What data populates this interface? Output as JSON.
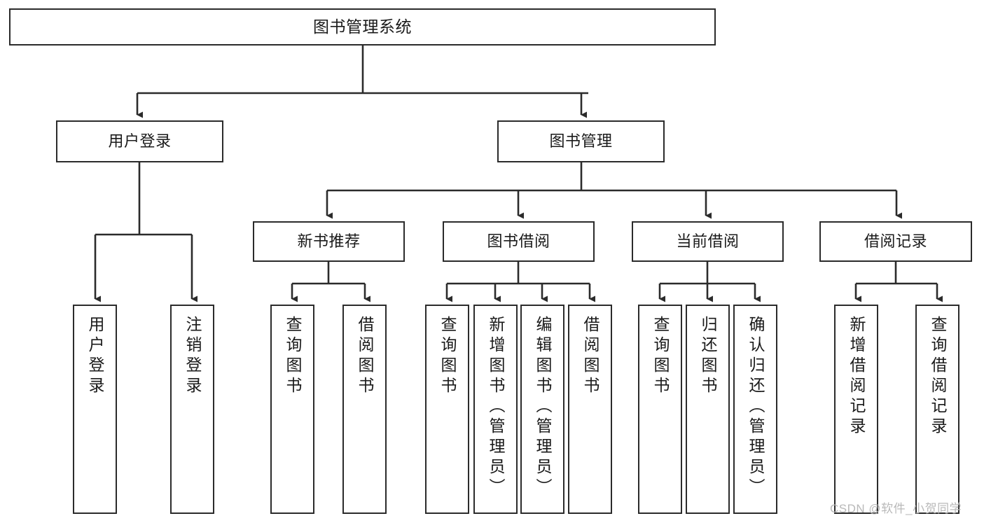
{
  "diagram": {
    "type": "tree",
    "title": "图书管理系统",
    "orientation": "top-down",
    "style": {
      "box_border_color": "#2b2b2b",
      "box_fill_color": "#ffffff",
      "text_color": "#1a1a1a",
      "edge_color": "#2b2b2b",
      "background": "#ffffff",
      "watermark_color": "#b9b9b9"
    },
    "nodes": {
      "root": {
        "label": "图书管理系统",
        "level": 0,
        "orientation": "horizontal"
      },
      "l1_0": {
        "label": "用户登录",
        "level": 1,
        "orientation": "horizontal"
      },
      "l1_1": {
        "label": "图书管理",
        "level": 1,
        "orientation": "horizontal"
      },
      "l2_0": {
        "label": "新书推荐",
        "level": 2,
        "orientation": "horizontal"
      },
      "l2_1": {
        "label": "图书借阅",
        "level": 2,
        "orientation": "horizontal"
      },
      "l2_2": {
        "label": "当前借阅",
        "level": 2,
        "orientation": "horizontal"
      },
      "l2_3": {
        "label": "借阅记录",
        "level": 2,
        "orientation": "horizontal"
      },
      "leaf_0": {
        "label": "用户登录",
        "level": 3,
        "orientation": "vertical"
      },
      "leaf_1": {
        "label": "注销登录",
        "level": 3,
        "orientation": "vertical"
      },
      "leaf_2": {
        "label": "查询图书",
        "level": 3,
        "orientation": "vertical"
      },
      "leaf_3": {
        "label": "借阅图书",
        "level": 3,
        "orientation": "vertical"
      },
      "leaf_4": {
        "label": "查询图书",
        "level": 3,
        "orientation": "vertical"
      },
      "leaf_5": {
        "label": "新增图书（管理员）",
        "level": 3,
        "orientation": "vertical"
      },
      "leaf_6": {
        "label": "编辑图书（管理员）",
        "level": 3,
        "orientation": "vertical"
      },
      "leaf_7": {
        "label": "借阅图书",
        "level": 3,
        "orientation": "vertical"
      },
      "leaf_8": {
        "label": "查询图书",
        "level": 3,
        "orientation": "vertical"
      },
      "leaf_9": {
        "label": "归还图书",
        "level": 3,
        "orientation": "vertical"
      },
      "leaf_10": {
        "label": "确认归还（管理员）",
        "level": 3,
        "orientation": "vertical"
      },
      "leaf_11": {
        "label": "新增借阅记录",
        "level": 3,
        "orientation": "vertical"
      },
      "leaf_12": {
        "label": "查询借阅记录",
        "level": 3,
        "orientation": "vertical"
      }
    },
    "edges": [
      {
        "from": "root",
        "to": "l1_0"
      },
      {
        "from": "root",
        "to": "l1_1"
      },
      {
        "from": "l1_1",
        "to": "l2_0"
      },
      {
        "from": "l1_1",
        "to": "l2_1"
      },
      {
        "from": "l1_1",
        "to": "l2_2"
      },
      {
        "from": "l1_1",
        "to": "l2_3"
      },
      {
        "from": "l1_0",
        "to": "leaf_0"
      },
      {
        "from": "l1_0",
        "to": "leaf_1"
      },
      {
        "from": "l2_0",
        "to": "leaf_2"
      },
      {
        "from": "l2_0",
        "to": "leaf_3"
      },
      {
        "from": "l2_1",
        "to": "leaf_4"
      },
      {
        "from": "l2_1",
        "to": "leaf_5"
      },
      {
        "from": "l2_1",
        "to": "leaf_6"
      },
      {
        "from": "l2_1",
        "to": "leaf_7"
      },
      {
        "from": "l2_2",
        "to": "leaf_8"
      },
      {
        "from": "l2_2",
        "to": "leaf_9"
      },
      {
        "from": "l2_2",
        "to": "leaf_10"
      },
      {
        "from": "l2_3",
        "to": "leaf_11"
      },
      {
        "from": "l2_3",
        "to": "leaf_12"
      }
    ]
  },
  "watermark": {
    "text": "CSDN @软件_小贺同学"
  }
}
